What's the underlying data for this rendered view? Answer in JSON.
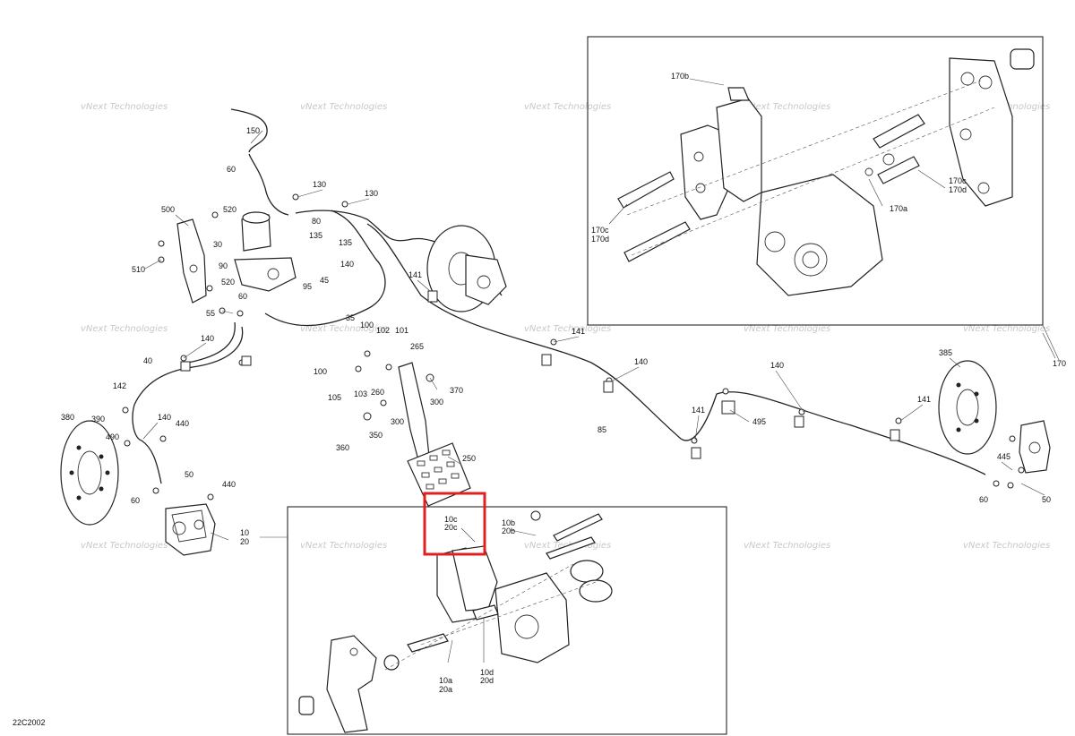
{
  "watermark_text": "vNext Technologies",
  "callouts": {
    "c150": "150",
    "c60a": "60",
    "c130a": "130",
    "c130b": "130",
    "c80": "80",
    "c135a": "135",
    "c135b": "135",
    "c500": "500",
    "c520a": "520",
    "c30": "30",
    "c510": "510",
    "c90": "90",
    "c520b": "520",
    "c95": "95",
    "c45": "45",
    "c140a": "140",
    "c141a": "141",
    "c60b": "60",
    "c55": "55",
    "c35": "35",
    "c100a": "100",
    "c102": "102",
    "c101": "101",
    "c265": "265",
    "c140b": "140",
    "c40": "40",
    "c100b": "100",
    "c105": "105",
    "c103": "103",
    "c260": "260",
    "c370": "370",
    "c300a": "300",
    "c300b": "300",
    "c142": "142",
    "c380": "380",
    "c390": "390",
    "c140c": "140",
    "c440a": "440",
    "c490": "490",
    "c360": "360",
    "c350": "350",
    "c50a": "50",
    "c60c": "60",
    "c440b": "440",
    "c250": "250",
    "c10": "10",
    "c20": "20",
    "c141b": "141",
    "c140d": "140",
    "c85": "85",
    "c141c": "141",
    "c140e": "140",
    "c495": "495",
    "c141d": "141",
    "c385": "385",
    "c170": "170",
    "c445": "445",
    "c60d": "60",
    "c50b": "50",
    "c170b": "170b",
    "c170c_a": "170c",
    "c170d_a": "170d",
    "c170a": "170a",
    "c170c_b": "170c",
    "c170d_b": "170d",
    "c10c": "10c",
    "c20c": "20c",
    "c10b": "10b",
    "c20b": "20b",
    "c10d": "10d",
    "c20d": "20d",
    "c10a": "10a",
    "c20a": "20a"
  },
  "diagram_code": "22C2002",
  "highlight_color": "#e02020"
}
